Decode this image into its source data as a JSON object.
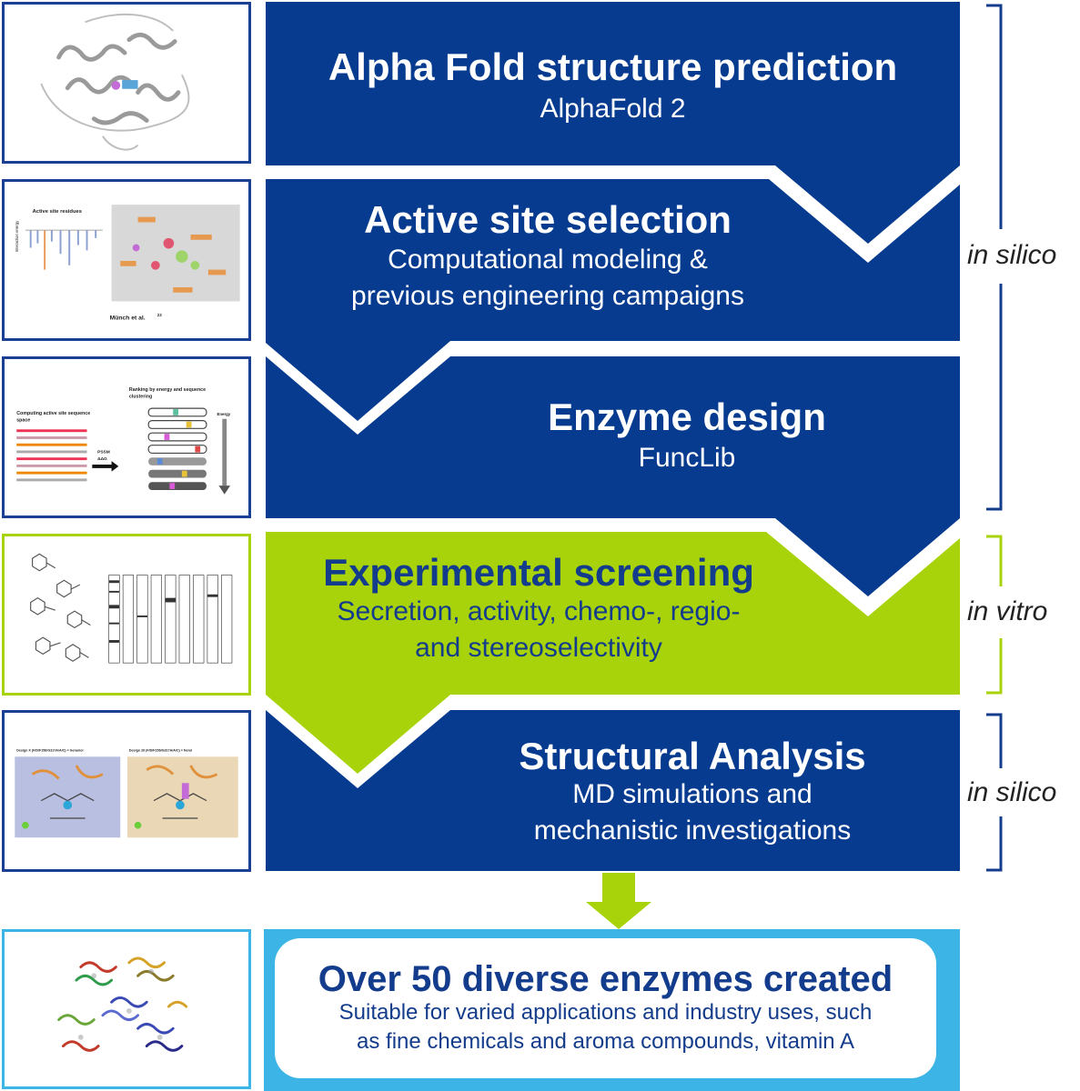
{
  "steps": [
    {
      "title": "Alpha Fold structure prediction",
      "subtitle": "AlphaFold 2"
    },
    {
      "title": "Active site selection",
      "subtitle_line1": "Computational modeling &",
      "subtitle_line2": "previous engineering campaigns"
    },
    {
      "title": "Enzyme design",
      "subtitle": "FuncLib"
    },
    {
      "title": "Experimental screening",
      "subtitle_line1": "Secretion, activity, chemo-, regio-",
      "subtitle_line2": "and stereoselectivity"
    },
    {
      "title": "Structural Analysis",
      "subtitle_line1": "MD simulations and",
      "subtitle_line2": "mechanistic investigations"
    }
  ],
  "result": {
    "title": "Over 50 diverse enzymes created",
    "subtitle_line1": "Suitable for varied applications and industry uses, such",
    "subtitle_line2": "as fine chemicals and aroma compounds, vitamin A"
  },
  "phases": {
    "first": "in silico",
    "second": "in vitro",
    "third": "in silico"
  },
  "thumbnails": {
    "active_site": {
      "chart_title": "Active site residues",
      "y_label": "Interaction energy",
      "citation": "Münch et al.",
      "citation_ref": "23"
    },
    "enzyme_design": {
      "left_title_line1": "Computing active site sequence",
      "left_title_line2": "space",
      "right_title_line1": "Ranking by energy and sequence",
      "right_title_line2": "clustering",
      "arrow_line1": "PSSM",
      "arrow_line2": "ΔΔG",
      "energy_label": "Energy"
    },
    "structural": {
      "left_caption": "Design X (F/D/F156/G317A/A/C) = Geraniol",
      "right_caption": "Design 20 (F/D/F156/G317A/A/C) = Nerol"
    }
  },
  "colors": {
    "navy": "#063b8f",
    "green": "#a8d30a",
    "cyan": "#3cb4e6",
    "bracket": "#143c8c"
  }
}
